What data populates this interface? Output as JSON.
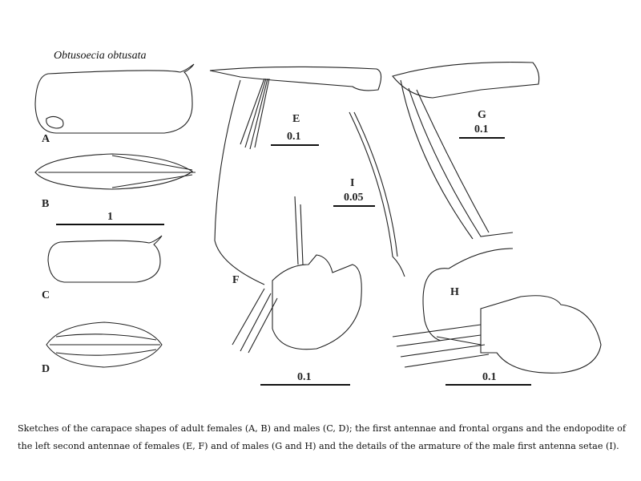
{
  "figure": {
    "title": "Obtusoecia obtusata",
    "panels": {
      "A": "A",
      "B": "B",
      "C": "C",
      "D": "D",
      "E": "E",
      "F": "F",
      "G": "G",
      "H": "H",
      "I": "I"
    },
    "scale_bars": {
      "B": "1",
      "E": "0.1",
      "G": "0.1",
      "I": "0.05",
      "F": "0.1",
      "H": "0.1"
    }
  },
  "caption": "Sketches of the carapace shapes of adult females (A, B) and males (C, D); the first antennae and frontal organs and the endopodite of the left second antennae of females (E, F) and of males (G and H) and the details of the armature of the male first antenna setae (I)."
}
